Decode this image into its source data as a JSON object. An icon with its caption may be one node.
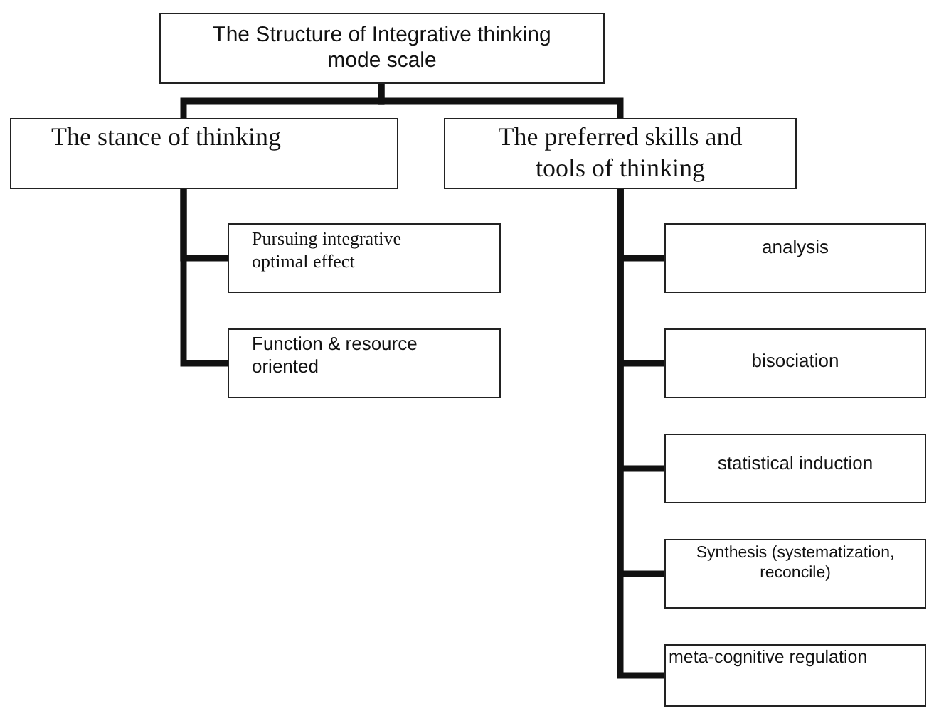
{
  "diagram": {
    "nodes": [
      {
        "text": [
          "The Structure of Integrative thinking mode scale"
        ]
      },
      {
        "text": [
          "The stance of thinking"
        ]
      },
      {
        "text": [
          "The preferred skills and tools of thinking"
        ]
      },
      {
        "text": [
          "Pursuing integrative optimal effect"
        ]
      },
      {
        "text": [
          "Function & resource oriented"
        ]
      },
      {
        "text": [
          "analysis"
        ]
      },
      {
        "text": [
          "bisociation"
        ]
      },
      {
        "text": [
          "statistical induction"
        ]
      },
      {
        "text": [
          "Synthesis (systematization, reconcile)"
        ]
      },
      {
        "text": [
          "meta-cognitive regulation"
        ]
      }
    ],
    "edges": [
      {
        "from": 0,
        "to": 1,
        "arrow": "none"
      },
      {
        "from": 0,
        "to": 2,
        "arrow": "none"
      },
      {
        "from": 1,
        "to": 3,
        "arrow": "none"
      },
      {
        "from": 1,
        "to": 4,
        "arrow": "none"
      },
      {
        "from": 2,
        "to": 5,
        "arrow": "none"
      },
      {
        "from": 2,
        "to": 6,
        "arrow": "none"
      },
      {
        "from": 2,
        "to": 7,
        "arrow": "none"
      },
      {
        "from": 2,
        "to": 8,
        "arrow": "none"
      },
      {
        "from": 2,
        "to": 9,
        "arrow": "none"
      }
    ]
  }
}
